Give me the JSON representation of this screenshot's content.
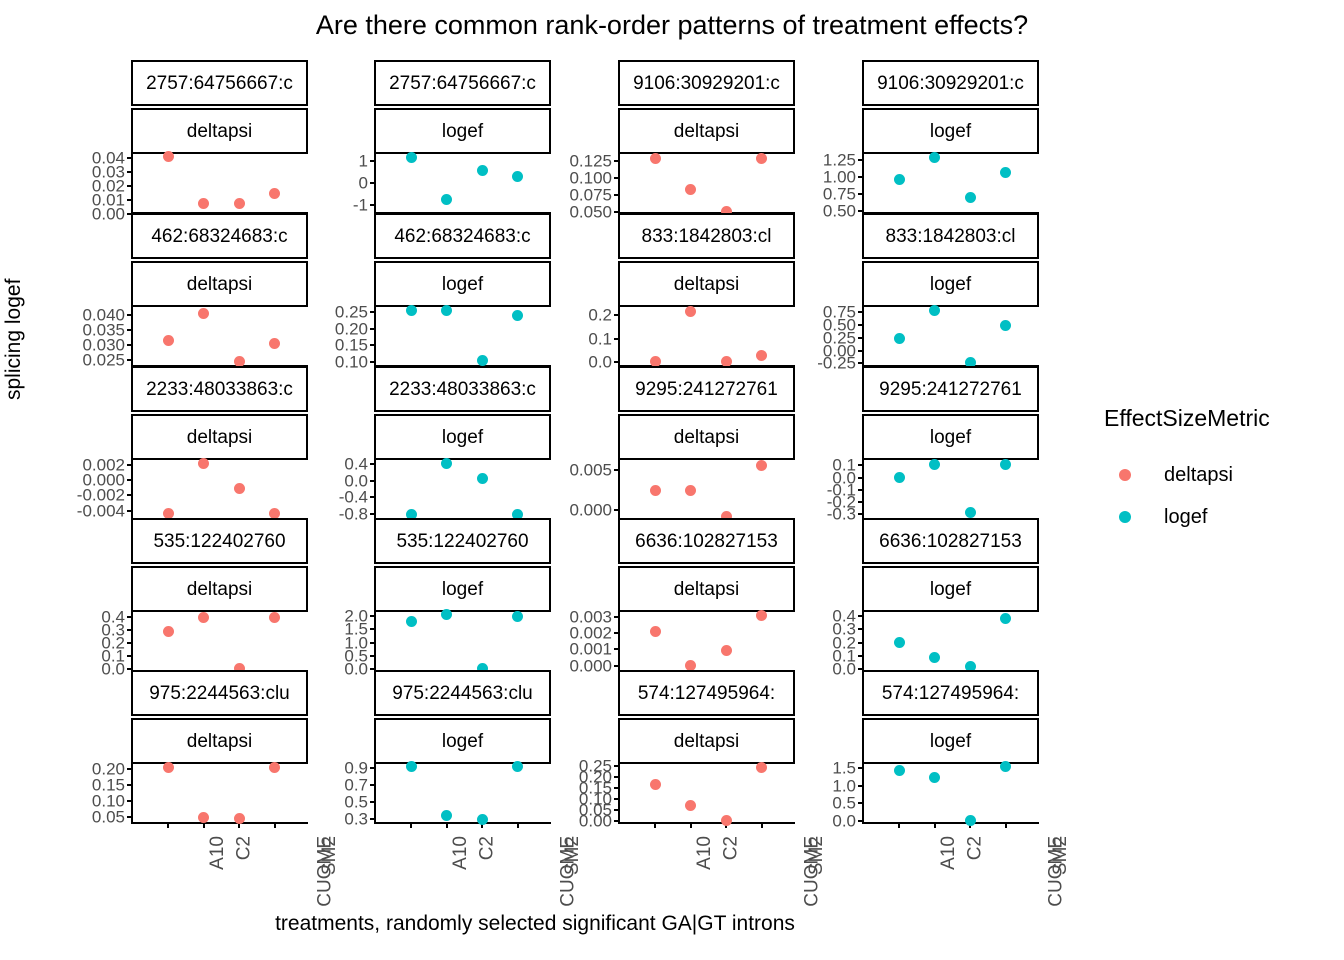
{
  "chart_data": {
    "type": "scatter",
    "title": "Are there common rank-order patterns of treatment effects?",
    "xlabel": "treatments, randomly selected significant GA|GT introns",
    "ylabel": "splicing logef",
    "categories": [
      "A10",
      "C2",
      "CUOME",
      "SM2"
    ],
    "grid": false,
    "legend": {
      "title": "EffectSizeMetric",
      "position": "right",
      "entries": [
        {
          "label": "deltapsi",
          "color": "#F8766D"
        },
        {
          "label": "logef",
          "color": "#00BFC4"
        }
      ]
    },
    "facet_layout": {
      "rows": 5,
      "cols": 4
    },
    "panels": [
      {
        "row": 1,
        "col": 1,
        "strip_top": "2757:64756667:c",
        "strip_bottom": "deltapsi",
        "metric": "deltapsi",
        "yticks": [
          "0.04",
          "0.03",
          "0.02",
          "0.01",
          "0.00"
        ],
        "ylim": [
          0.0,
          0.043
        ],
        "values": [
          0.0415,
          0.0075,
          0.0075,
          0.0145
        ]
      },
      {
        "row": 1,
        "col": 2,
        "strip_top": "2757:64756667:c",
        "strip_bottom": "logef",
        "metric": "logef",
        "yticks": [
          "1",
          "0",
          "-1"
        ],
        "ylim": [
          -1.4,
          1.3
        ],
        "values": [
          1.15,
          -0.75,
          0.55,
          0.3
        ]
      },
      {
        "row": 1,
        "col": 3,
        "strip_top": "9106:30929201:c",
        "strip_bottom": "deltapsi",
        "metric": "deltapsi",
        "yticks": [
          "0.125",
          "0.100",
          "0.075",
          "0.050"
        ],
        "ylim": [
          0.047,
          0.135
        ],
        "values": [
          0.129,
          0.083,
          0.051,
          0.129
        ]
      },
      {
        "row": 1,
        "col": 4,
        "strip_top": "9106:30929201:c",
        "strip_bottom": "logef",
        "metric": "logef",
        "yticks": [
          "1.25",
          "1.00",
          "0.75",
          "0.50"
        ],
        "ylim": [
          0.46,
          1.34
        ],
        "values": [
          0.97,
          1.29,
          0.7,
          1.07
        ]
      },
      {
        "row": 2,
        "col": 1,
        "strip_top": "462:68324683:c",
        "strip_bottom": "deltapsi",
        "metric": "deltapsi",
        "yticks": [
          "0.040",
          "0.035",
          "0.030",
          "0.025"
        ],
        "ylim": [
          0.0225,
          0.0425
        ],
        "values": [
          0.0315,
          0.0405,
          0.0245,
          0.0305
        ]
      },
      {
        "row": 2,
        "col": 2,
        "strip_top": "462:68324683:c",
        "strip_bottom": "logef",
        "metric": "logef",
        "yticks": [
          "0.25",
          "0.20",
          "0.15",
          "0.10"
        ],
        "ylim": [
          0.085,
          0.265
        ],
        "values": [
          0.255,
          0.255,
          0.105,
          0.24
        ]
      },
      {
        "row": 2,
        "col": 3,
        "strip_top": "833:1842803:cl",
        "strip_bottom": "deltapsi",
        "metric": "deltapsi",
        "yticks": [
          "0.2",
          "0.1",
          "0.0"
        ],
        "ylim": [
          -0.02,
          0.235
        ],
        "values": [
          0.005,
          0.215,
          0.005,
          0.03
        ]
      },
      {
        "row": 2,
        "col": 4,
        "strip_top": "833:1842803:cl",
        "strip_bottom": "logef",
        "metric": "logef",
        "yticks": [
          "0.75",
          "0.50",
          "0.25",
          "0.00",
          "-0.25"
        ],
        "ylim": [
          -0.32,
          0.85
        ],
        "values": [
          0.23,
          0.79,
          -0.24,
          0.48
        ]
      },
      {
        "row": 3,
        "col": 1,
        "strip_top": "2233:48033863:c",
        "strip_bottom": "deltapsi",
        "metric": "deltapsi",
        "yticks": [
          "0.002",
          "0.000",
          "-0.002",
          "-0.004"
        ],
        "ylim": [
          -0.0052,
          0.0026
        ],
        "values": [
          -0.0043,
          0.0022,
          -0.0011,
          -0.0043
        ]
      },
      {
        "row": 3,
        "col": 2,
        "strip_top": "2233:48033863:c",
        "strip_bottom": "logef",
        "metric": "logef",
        "yticks": [
          "0.4",
          "0.0",
          "-0.4",
          "-0.8"
        ],
        "ylim": [
          -0.95,
          0.5
        ],
        "values": [
          -0.82,
          0.42,
          0.06,
          -0.82
        ]
      },
      {
        "row": 3,
        "col": 3,
        "strip_top": "9295:241272761",
        "strip_bottom": "deltapsi",
        "metric": "deltapsi",
        "yticks": [
          "0.005",
          "0.000"
        ],
        "ylim": [
          -0.0013,
          0.0062
        ],
        "values": [
          0.0024,
          0.0024,
          -0.0009,
          0.0055
        ]
      },
      {
        "row": 3,
        "col": 4,
        "strip_top": "9295:241272761",
        "strip_bottom": "logef",
        "metric": "logef",
        "yticks": [
          "0.1",
          "0.0",
          "-0.1",
          "-0.2",
          "-0.3"
        ],
        "ylim": [
          -0.35,
          0.145
        ],
        "values": [
          0.0,
          0.105,
          -0.29,
          0.105
        ]
      },
      {
        "row": 4,
        "col": 1,
        "strip_top": "535:122402760",
        "strip_bottom": "deltapsi",
        "metric": "deltapsi",
        "yticks": [
          "0.4",
          "0.3",
          "0.2",
          "0.1",
          "0.0"
        ],
        "ylim": [
          -0.02,
          0.435
        ],
        "values": [
          0.285,
          0.39,
          0.01,
          0.39
        ]
      },
      {
        "row": 4,
        "col": 2,
        "strip_top": "535:122402760",
        "strip_bottom": "logef",
        "metric": "logef",
        "yticks": [
          "2.0",
          "1.5",
          "1.0",
          "0.5",
          "0.0"
        ],
        "ylim": [
          -0.1,
          2.15
        ],
        "values": [
          1.78,
          2.05,
          0.02,
          1.98
        ]
      },
      {
        "row": 4,
        "col": 3,
        "strip_top": "6636:102827153",
        "strip_bottom": "deltapsi",
        "metric": "deltapsi",
        "yticks": [
          "0.003",
          "0.002",
          "0.001",
          "0.000"
        ],
        "ylim": [
          -0.0004,
          0.0033
        ],
        "values": [
          0.0021,
          0.0,
          0.0009,
          0.0031
        ]
      },
      {
        "row": 4,
        "col": 4,
        "strip_top": "6636:102827153",
        "strip_bottom": "logef",
        "metric": "logef",
        "yticks": [
          "0.4",
          "0.3",
          "0.2",
          "0.1",
          "0.0"
        ],
        "ylim": [
          -0.02,
          0.43
        ],
        "values": [
          0.2,
          0.09,
          0.02,
          0.38
        ]
      },
      {
        "row": 5,
        "col": 1,
        "strip_top": "975:2244563:clu",
        "strip_bottom": "deltapsi",
        "metric": "deltapsi",
        "yticks": [
          "0.20",
          "0.15",
          "0.10",
          "0.05"
        ],
        "ylim": [
          0.028,
          0.215
        ],
        "values": [
          0.205,
          0.047,
          0.045,
          0.205
        ]
      },
      {
        "row": 5,
        "col": 2,
        "strip_top": "975:2244563:clu",
        "strip_bottom": "logef",
        "metric": "logef",
        "yticks": [
          "0.9",
          "0.7",
          "0.5",
          "0.3"
        ],
        "ylim": [
          0.24,
          0.95
        ],
        "values": [
          0.92,
          0.34,
          0.29,
          0.92
        ]
      },
      {
        "row": 5,
        "col": 3,
        "strip_top": "574:127495964:",
        "strip_bottom": "deltapsi",
        "metric": "deltapsi",
        "yticks": [
          "0.25",
          "0.20",
          "0.15",
          "0.10",
          "0.05",
          "0.00"
        ],
        "ylim": [
          -0.012,
          0.26
        ],
        "values": [
          0.165,
          0.072,
          0.005,
          0.245
        ]
      },
      {
        "row": 5,
        "col": 4,
        "strip_top": "574:127495964:",
        "strip_bottom": "logef",
        "metric": "logef",
        "yticks": [
          "1.5",
          "1.0",
          "0.5",
          "0.0"
        ],
        "ylim": [
          -0.1,
          1.62
        ],
        "values": [
          1.42,
          1.23,
          0.0,
          1.55
        ]
      }
    ]
  }
}
